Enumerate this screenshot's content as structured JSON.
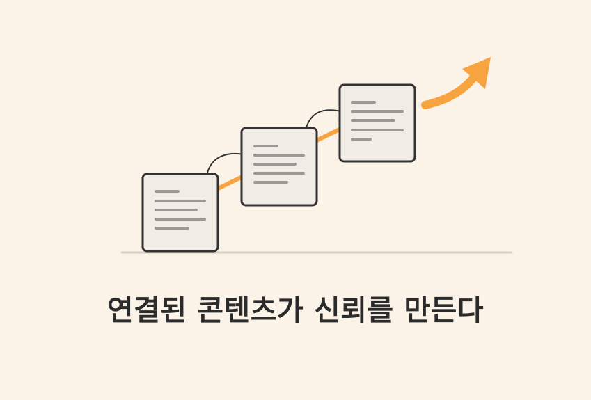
{
  "caption": "연결된 콘텐츠가 신뢰를 만든다",
  "colors": {
    "background": "#fbf3e8",
    "accent": "#f6a340",
    "card_fill": "#f1ece6",
    "card_border": "#333333",
    "text_line": "#9c9894",
    "ground_line": "#d9cfc3",
    "caption_text": "#2b2b2b"
  },
  "icons": {
    "trend_arrow": "arrow-up-right-icon",
    "document": "document-card-icon",
    "connector": "link-curve-icon"
  },
  "documents": [
    {
      "name": "document-card-1"
    },
    {
      "name": "document-card-2"
    },
    {
      "name": "document-card-3"
    }
  ]
}
